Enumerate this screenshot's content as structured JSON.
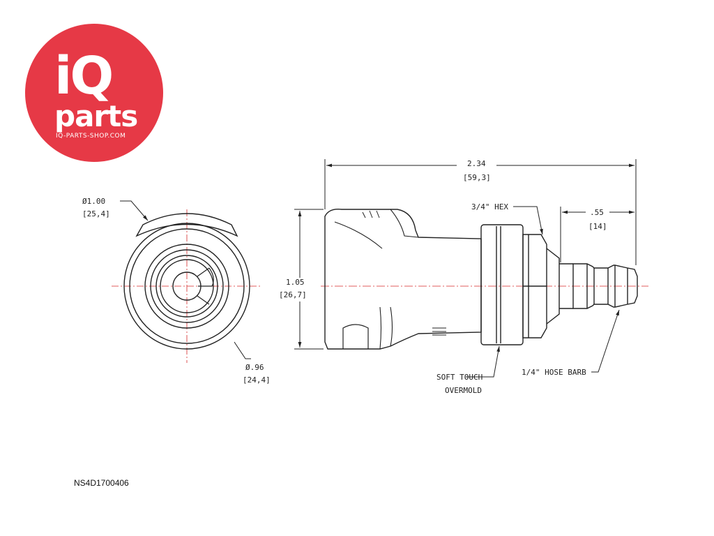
{
  "logo": {
    "line1": "iQ",
    "line2": "parts",
    "url": "IQ-PARTS-SHOP.COM",
    "color": "#e63946"
  },
  "front_view": {
    "outer_diameter": "Ø1.00",
    "outer_diameter_mm": "[25,4]",
    "inner_diameter": "Ø.96",
    "inner_diameter_mm": "[24,4]"
  },
  "side_view": {
    "overall_length": "2.34",
    "overall_length_mm": "[59,3]",
    "height": "1.05",
    "height_mm": "[26,7]",
    "hex_label": "3/4\" HEX",
    "barb_length": ".55",
    "barb_length_mm": "[14]",
    "overmold_line1": "SOFT TOUCH",
    "overmold_line2": "OVERMOLD",
    "barb_label": "1/4\" HOSE BARB"
  },
  "part_number": "NS4D1700406",
  "colors": {
    "line": "#222222",
    "centerline": "#d62828",
    "logo": "#e63946"
  }
}
